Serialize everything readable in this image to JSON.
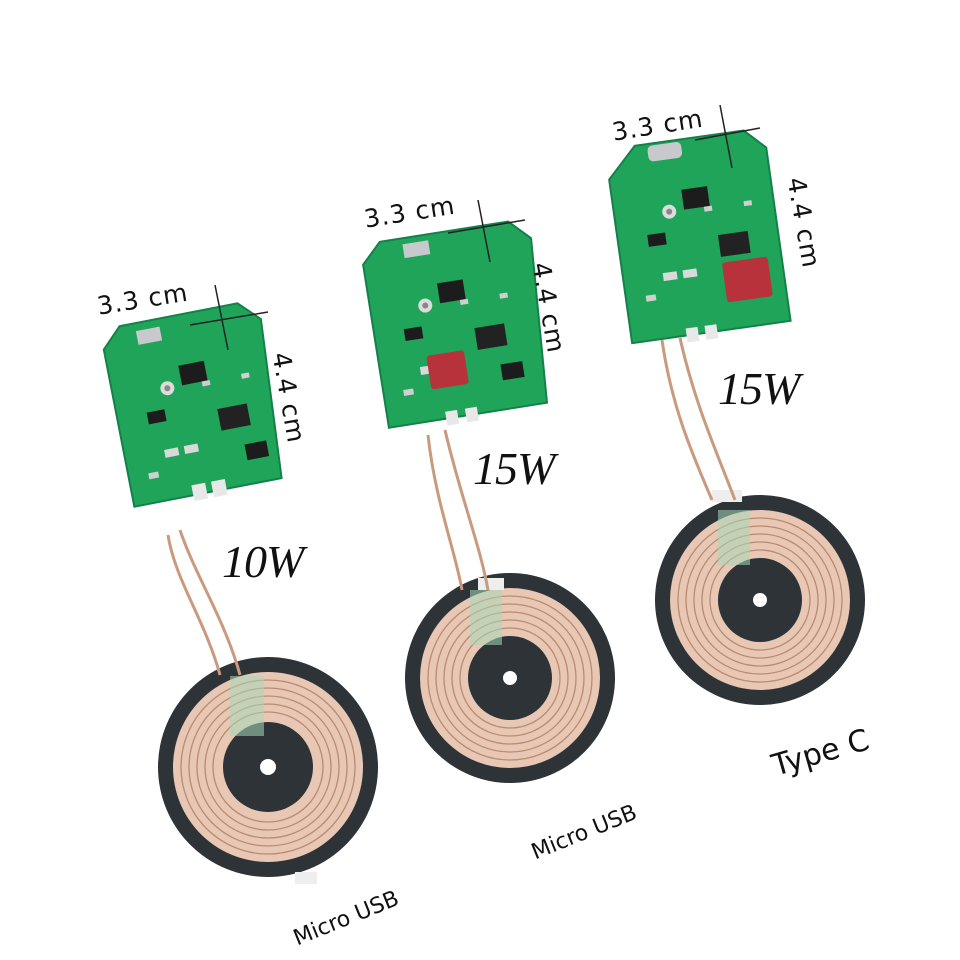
{
  "products": [
    {
      "width": "3.3 cm",
      "height": "4.4 cm",
      "power": "10W",
      "connector": "Micro USB"
    },
    {
      "width": "3.3 cm",
      "height": "4.4 cm",
      "power": "15W",
      "connector": "Micro USB"
    },
    {
      "width": "3.3 cm",
      "height": "4.4 cm",
      "power": "15W",
      "connector": "Type C"
    }
  ],
  "colors": {
    "pcb": "#1fa45a",
    "pcb_dark": "#14804a",
    "coil": "#e8c7b4",
    "coil_line": "#b98b72",
    "ferrite": "#2e3338",
    "capacitor": "#b8323c"
  }
}
